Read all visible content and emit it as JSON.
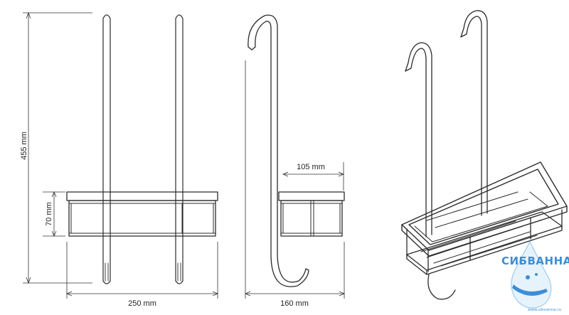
{
  "dimensions": {
    "height_total": "455 mm",
    "height_basket": "70 mm",
    "width_front": "250 mm",
    "depth_side": "160 mm",
    "hook_offset": "105 mm"
  },
  "logo": {
    "name": "СИБВАННА",
    "url": "www.sibvanna.ru"
  },
  "colors": {
    "line": "#2b2b2b",
    "logo_blue": "#3d8fd4"
  }
}
